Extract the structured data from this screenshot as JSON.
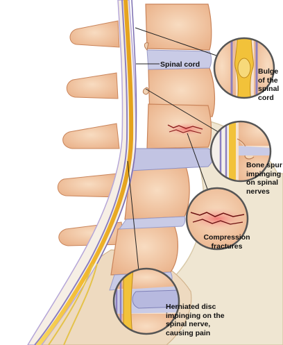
{
  "labels": {
    "spinal_cord": "Spinal cord",
    "bulge": "Bulge\nof the\nspinal\ncord",
    "bone_spur": "Bone spur\nimpinging\non spinal\nnerves",
    "compression": "Compression\nfractures",
    "herniated": "Herniated disc\nimpinging on the\nspinal nerve,\ncausing pain"
  },
  "colors": {
    "bone": "#f2c9a6",
    "bone_edge": "#c9845a",
    "disc": "#c9cbe6",
    "cord": "#f2c23a",
    "nerve": "#8c7fbf",
    "fracture": "#e0303a",
    "pelvis": "#efe6d2"
  }
}
